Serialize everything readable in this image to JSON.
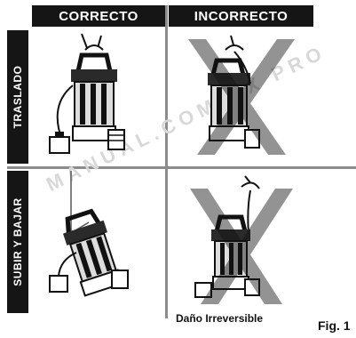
{
  "headers": {
    "correct": "CORRECTO",
    "incorrect": "INCORRECTO"
  },
  "rows": {
    "transfer": "TRASLADO",
    "raise_lower": "SUBIR Y BAJAR"
  },
  "watermark": "MANUAL.COM.MX PRO",
  "damage_label": "Daño Irreversible",
  "figure_label": "Fig. 1"
}
